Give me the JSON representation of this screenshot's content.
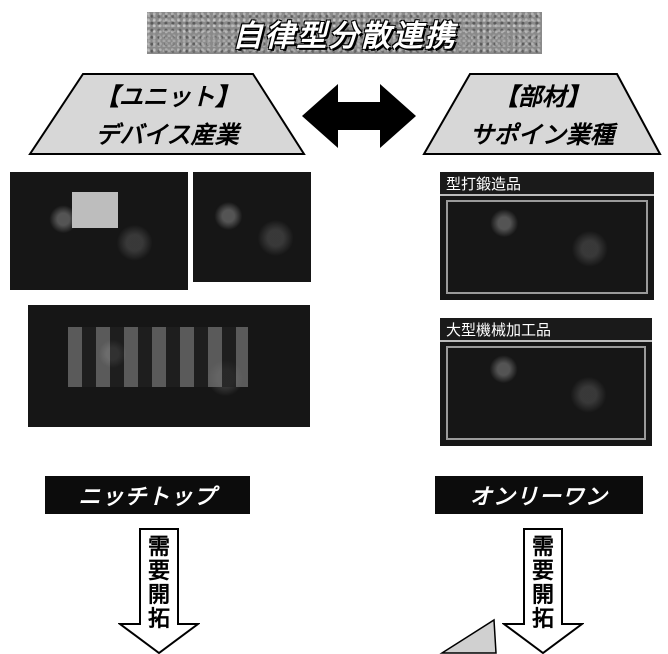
{
  "title": "自律型分散連携",
  "left": {
    "heading_line1": "【ユニット】",
    "heading_line2": "デバイス産業",
    "label": "ニッチトップ",
    "arrow_chars": [
      "需",
      "要",
      "開",
      "拓"
    ]
  },
  "right": {
    "heading_line1": "【部材】",
    "heading_line2": "サポイン業種",
    "panel1_caption": "型打鍛造品",
    "panel2_caption": "大型機械加工品",
    "label": "オンリーワン",
    "arrow_chars": [
      "需",
      "要",
      "開",
      "拓"
    ]
  }
}
